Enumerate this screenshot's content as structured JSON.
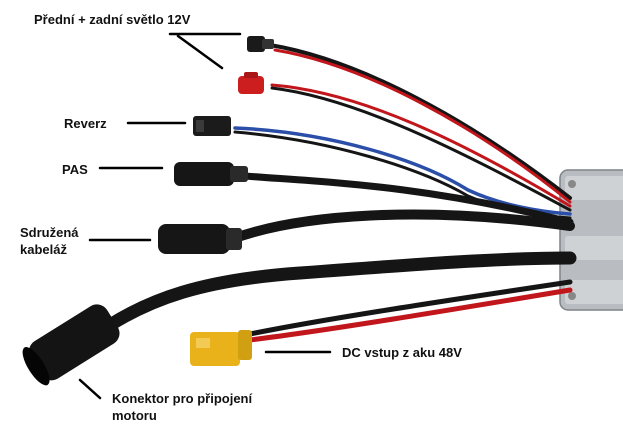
{
  "labels": {
    "lights": "Přední + zadní světlo 12V",
    "reverse": "Reverz",
    "pas": "PAS",
    "combined_line1": "Sdružená",
    "combined_line2": "kabeláž",
    "dc_input": "DC vstup z aku 48V",
    "motor_line1": "Konektor pro připojení",
    "motor_line2": "motoru"
  },
  "colors": {
    "cable_black": "#151515",
    "wire_red": "#c0161c",
    "wire_blue": "#2b4fa8",
    "connector_yellow": "#e9b21a",
    "controller_body": "#b9bcc0",
    "connector_red": "#cc1e1e"
  }
}
